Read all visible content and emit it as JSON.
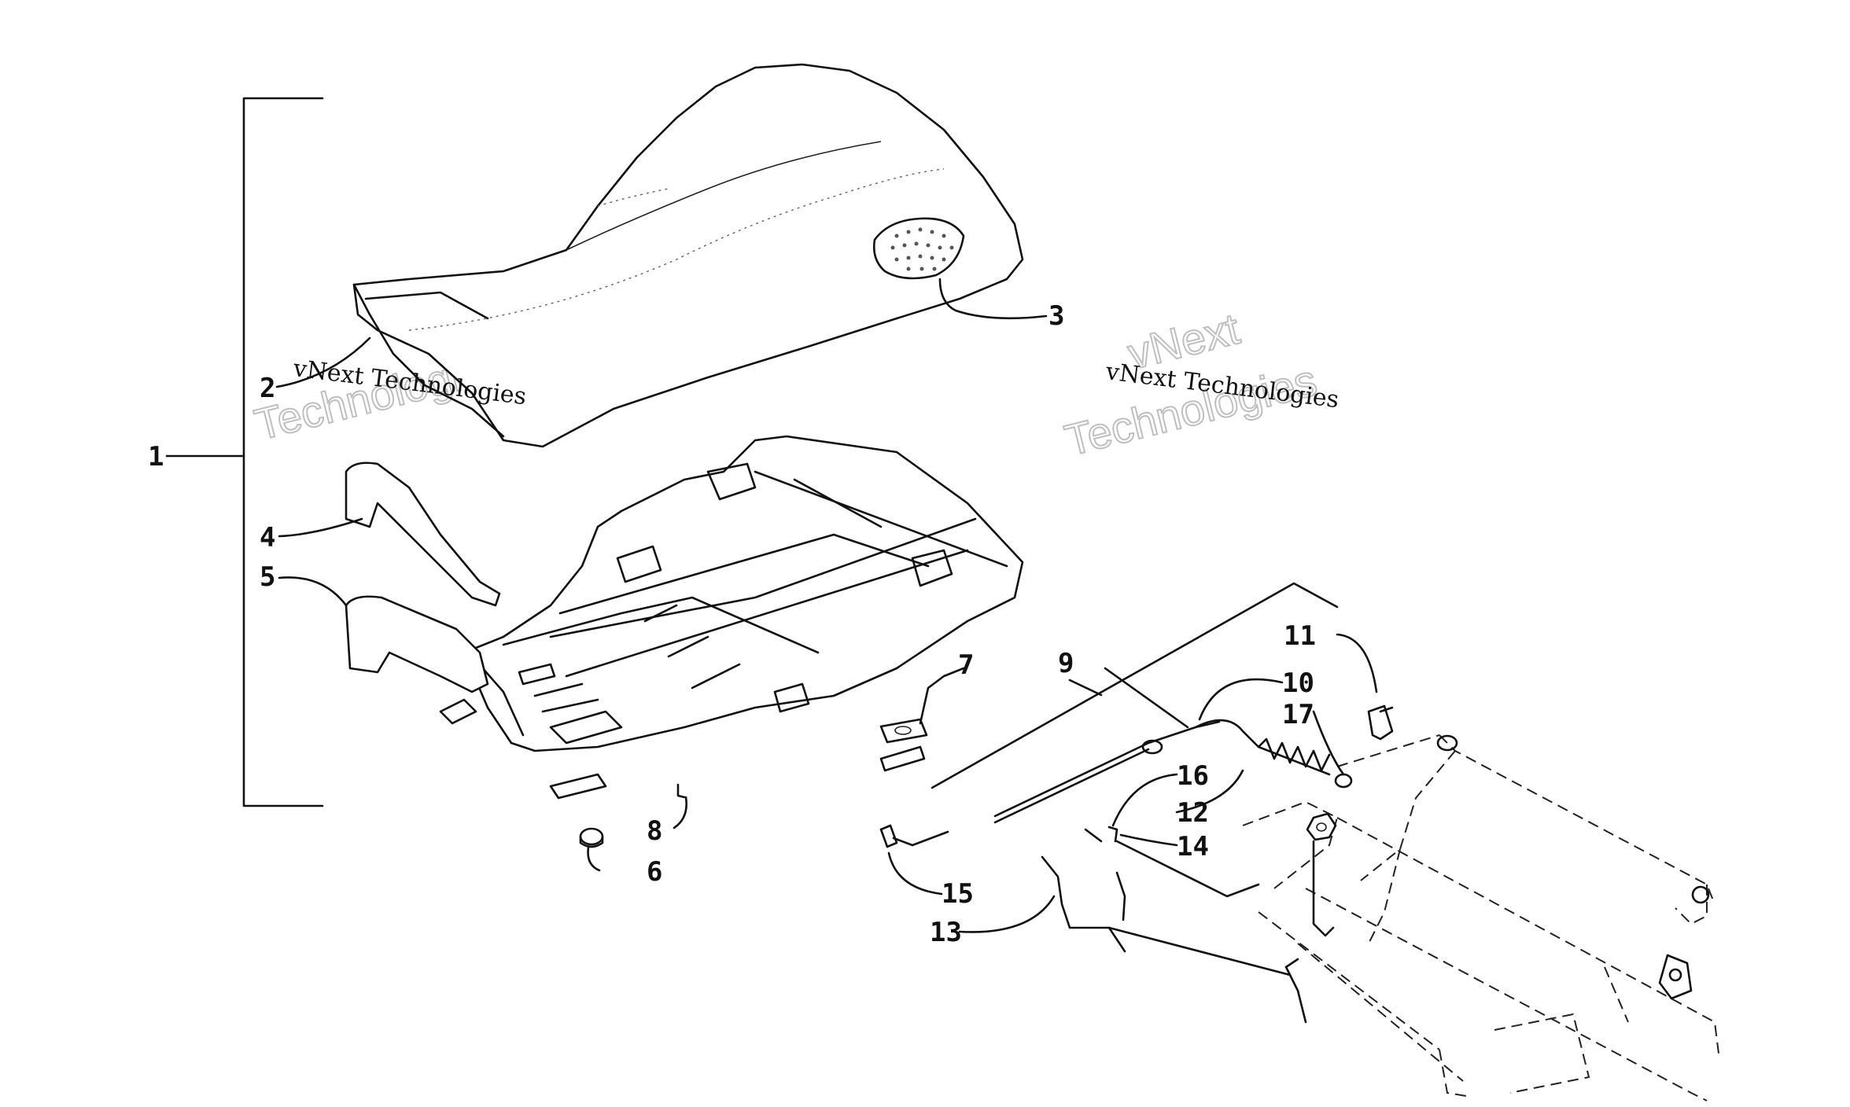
{
  "callouts": [
    {
      "id": "c1",
      "text": "1"
    },
    {
      "id": "c2",
      "text": "2"
    },
    {
      "id": "c3",
      "text": "3"
    },
    {
      "id": "c4",
      "text": "4"
    },
    {
      "id": "c5",
      "text": "5"
    },
    {
      "id": "c6",
      "text": "6"
    },
    {
      "id": "c7",
      "text": "7"
    },
    {
      "id": "c8",
      "text": "8"
    },
    {
      "id": "c9",
      "text": "9"
    },
    {
      "id": "c10",
      "text": "10"
    },
    {
      "id": "c11",
      "text": "11"
    },
    {
      "id": "c12",
      "text": "12"
    },
    {
      "id": "c13",
      "text": "13"
    },
    {
      "id": "c14",
      "text": "14"
    },
    {
      "id": "c15",
      "text": "15"
    },
    {
      "id": "c16",
      "text": "16"
    },
    {
      "id": "c17",
      "text": "17"
    }
  ],
  "watermark": {
    "company": "vNext Technologies",
    "line1": "vNext",
    "line2": "Technologies"
  }
}
